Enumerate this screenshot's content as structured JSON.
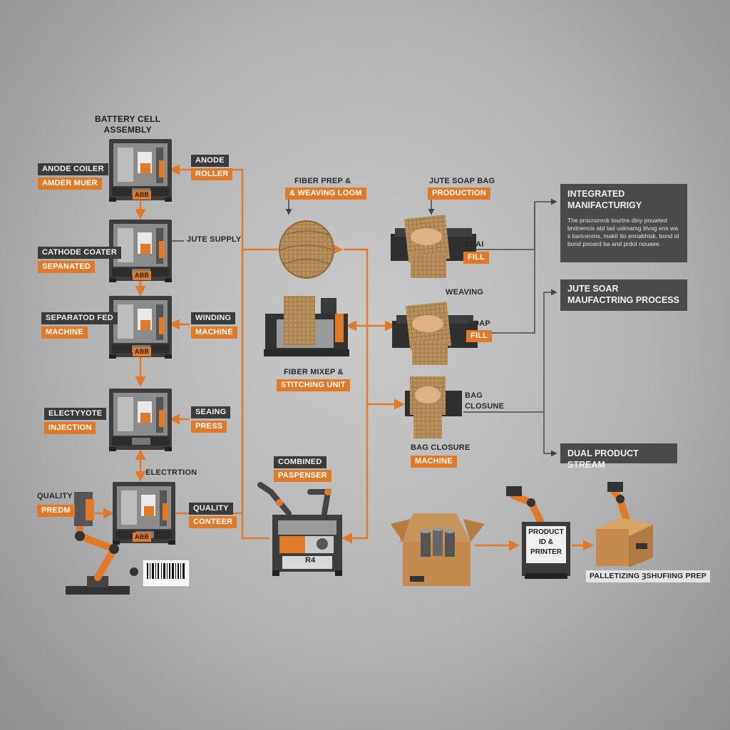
{
  "battery": {
    "title_line1": "BATTERY CELL",
    "title_line2": "ASSEMBLY",
    "stations": [
      {
        "left_dark": "ANODE COILER",
        "left_orange": "AMDER MUER",
        "right_dark": "ANODE",
        "right_orange": "ROLLER"
      },
      {
        "left_dark": "CATHODE COATER",
        "left_orange": "SEPANATED",
        "right_plain": "JUTE SUPPLY"
      },
      {
        "left_dark": "SEPARATOD FED",
        "left_orange": "MACHINE",
        "right_dark": "WINDING",
        "right_orange": "MACHINE"
      },
      {
        "left_dark": "ELECTYYOTE",
        "left_orange": "INJECTION",
        "right_dark": "SEAING",
        "right_orange": "PRESS"
      },
      {
        "left_dark": "QUALITY",
        "left_orange": "PREDM",
        "right_dark": "QUALITY",
        "right_orange": "CONTEER",
        "top_plain": "ELECTRTION"
      }
    ],
    "machine_badge": "ABB"
  },
  "fiber": {
    "prep_line1": "FIBER PREP &",
    "prep_line2": "& WEAVING LOOM",
    "mixer_line1": "FIBER MIXEP &",
    "mixer_line2": "STITCHING UNIT",
    "combined_dark": "COMBINED",
    "combined_orange": "PASPENSER",
    "dispenser_screen": "R4"
  },
  "soap": {
    "title_line1": "JUTE SOAP BAG",
    "title_line2": "PRODUCTION",
    "step1_dark": "SEAI",
    "step1_orange": "FILL",
    "weaving": "WEAVING",
    "step2_dark": "SOAP",
    "step2_orange": "FILL",
    "step3_line1": "BAG",
    "step3_line2": "CLOSUNE",
    "closure_dark": "BAG CLOSURE",
    "closure_orange": "MACHINE"
  },
  "output": {
    "printer_line1": "PRODUCT",
    "printer_line2": "ID &",
    "printer_line3": "PRINTER",
    "palletizing": "PALLETIZING ȝSHUFIING PREP"
  },
  "panels": {
    "integrated_title": "INTEGRATED MANIFACTURIGY",
    "integrated_body": "The procnonrck tourtns diny pouwted bnitnencis atd tad usknamg itivog ens wa s baricenms, makit tto ennabhisk, bond id bond pnoard ba and prdot nouaee.",
    "process_title": "JUTE SOAR MAUFACTRING PROCESS",
    "dual_title": "DUAL PRODUCT STREAM"
  },
  "colors": {
    "accent": "#e07a28",
    "dark_tag": "#3b3b3b",
    "machine_body": "#4a4a4a",
    "jute": "#b8915c"
  }
}
